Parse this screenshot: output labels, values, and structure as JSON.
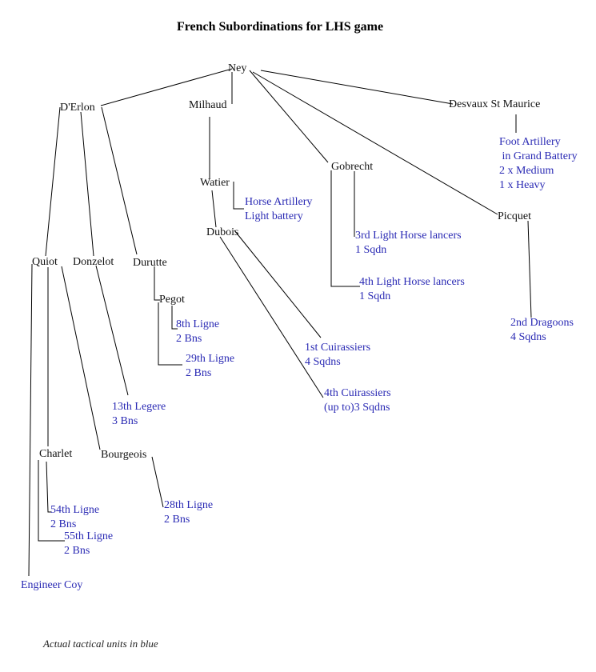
{
  "title": "French Subordinations for LHS game",
  "footnote": "Actual tactical units in blue",
  "colors": {
    "commander": "#111111",
    "unit": "#2a2ab4",
    "line": "#000000"
  },
  "commanders": {
    "ney": "Ney",
    "derlon": "D'Erlon",
    "milhaud": "Milhaud",
    "desvaux": "Desvaux St Maurice",
    "gobrecht": "Gobrecht",
    "watier": "Watier",
    "dubois": "Dubois",
    "picquet": "Picquet",
    "quiot": "Quiot",
    "donzelot": "Donzelot",
    "durutte": "Durutte",
    "pegot": "Pegot",
    "charlet": "Charlet",
    "bourgeois": "Bourgeois"
  },
  "units": {
    "foot_artillery": [
      "Foot Artillery",
      " in Grand Battery",
      "2 x Medium",
      "1 x Heavy"
    ],
    "horse_artillery": [
      "Horse Artillery",
      "Light battery"
    ],
    "lancers3": [
      "3rd Light Horse lancers",
      "1 Sqdn"
    ],
    "lancers4": [
      "4th Light Horse lancers",
      "1 Sqdn"
    ],
    "dragoons2": [
      "2nd Dragoons",
      "4 Sqdns"
    ],
    "ligne8": [
      "8th Ligne",
      "2 Bns"
    ],
    "ligne29": [
      "29th Ligne",
      "2 Bns"
    ],
    "cuir1": [
      "1st Cuirassiers",
      "4 Sqdns"
    ],
    "cuir4": [
      "4th Cuirassiers",
      "(up to)3 Sqdns"
    ],
    "legere13": [
      "13th Legere",
      "3 Bns"
    ],
    "ligne28": [
      "28th Ligne",
      "2 Bns"
    ],
    "ligne54": [
      "54th Ligne",
      "2 Bns"
    ],
    "ligne55": [
      "55th Ligne",
      "2 Bns"
    ],
    "engineer": [
      "Engineer Coy"
    ]
  }
}
